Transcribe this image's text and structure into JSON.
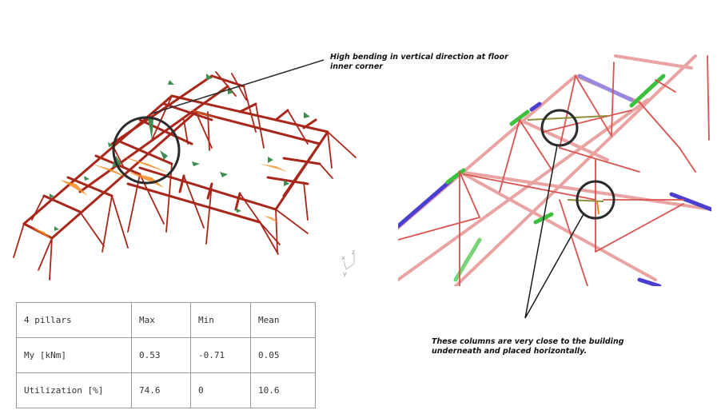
{
  "slide": {
    "callouts": [
      {
        "text": "High bending in vertical direction  at floor inner corner"
      },
      {
        "text": "These columns are very close to the building underneath and placed horizontally."
      }
    ],
    "axis_triad": {
      "x": "x",
      "y": "y",
      "z": "z"
    },
    "colors": {
      "frame_member": "#a8261a",
      "moment_fill_orange": "#f28c1e",
      "moment_fill_green": "#3f8f4f",
      "light_member": "#e9a3a3",
      "high_stress_blue": "#4a3fd0",
      "high_stress_green": "#3fbf3f",
      "annotation_circle": "#2b2b2b"
    }
  },
  "table": {
    "headers": [
      "4 pillars",
      "Max",
      "Min",
      "Mean"
    ],
    "rows": [
      [
        "My [kNm]",
        "0.53",
        "-0.71",
        "0.05"
      ],
      [
        "Utilization [%]",
        "74.6",
        "0",
        "10.6"
      ]
    ]
  }
}
